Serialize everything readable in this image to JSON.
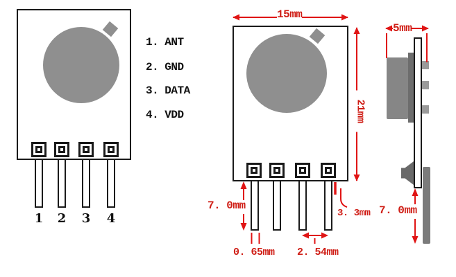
{
  "legend": {
    "items": [
      "1. ANT",
      "2. GND",
      "3. DATA",
      "4. VDD"
    ]
  },
  "left_view": {
    "pin_numbers": [
      "1",
      "2",
      "3",
      "4"
    ]
  },
  "front_view": {
    "width_label": "15mm",
    "height_label": "21mm",
    "pin_length_label": "7. 0mm",
    "pin_width_label": "0. 65mm",
    "pin_pitch_label": "2. 54mm",
    "pad_offset_label": "3. 3mm"
  },
  "side_view": {
    "depth_label": "5mm",
    "pin_length_label": "7. 0mm"
  },
  "colors": {
    "dimension_red": "#e01414",
    "dimension_text_red": "#cf1d15",
    "component_gray": "#8f8f8f",
    "side_can_gray": "#868686",
    "side_flange_gray": "#6d6d6d",
    "outline_black": "#1a1a1a",
    "background": "#ffffff"
  }
}
